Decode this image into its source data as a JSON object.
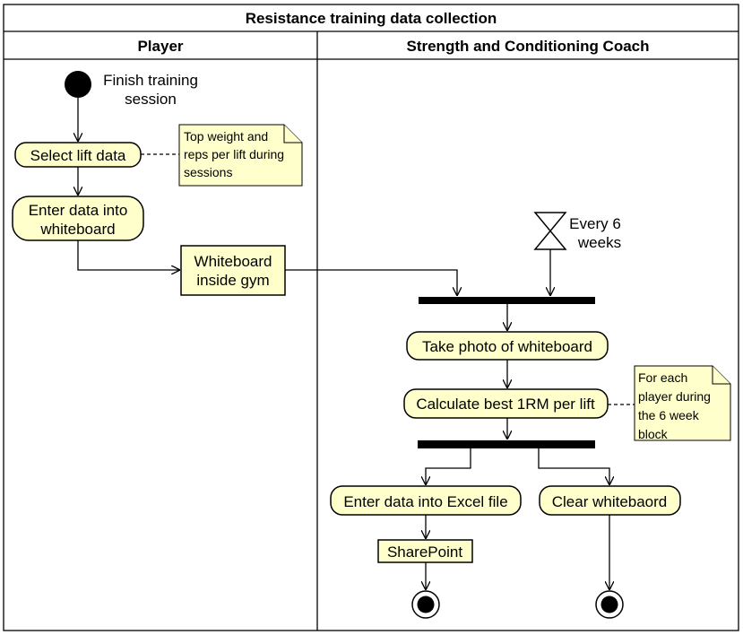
{
  "diagram": {
    "title": "Resistance training data collection",
    "lanes": {
      "player": "Player",
      "coach": "Strength and Conditioning Coach"
    },
    "start_label": [
      "Finish training",
      "session"
    ],
    "actions": {
      "select_lift": "Select lift data",
      "enter_whiteboard": [
        "Enter data into",
        "whiteboard"
      ],
      "take_photo": "Take photo of whiteboard",
      "calc_1rm": "Calculate best 1RM per lift",
      "enter_excel": "Enter data into Excel file",
      "clear_board": "Clear whitebaord"
    },
    "objects": {
      "whiteboard": [
        "Whiteboard",
        "inside gym"
      ],
      "sharepoint": "SharePoint"
    },
    "timer_label": [
      "Every 6",
      "weeks"
    ],
    "notes": {
      "top_weight": [
        "Top weight and",
        "reps per lift during",
        "sessions"
      ],
      "each_player": [
        "For each",
        "player during",
        "the 6 week",
        "block"
      ]
    }
  }
}
